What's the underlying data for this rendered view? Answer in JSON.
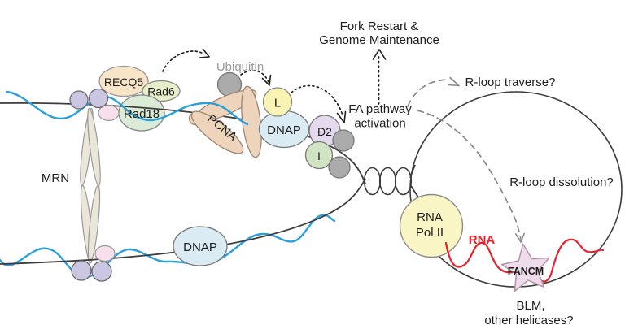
{
  "diagram": {
    "labels": {
      "fork_restart_line1": "Fork Restart &",
      "fork_restart_line2": "Genome Maintenance",
      "fa_pathway_line1": "FA pathway",
      "fa_pathway_line2": "activation",
      "ubiquitin": "Ubiquitin",
      "recq5": "RECQ5",
      "rad6": "Rad6",
      "rad18": "Rad18",
      "mrn": "MRN",
      "pcna": "PCNA",
      "l": "L",
      "dnap_top": "DNAP",
      "dnap_bottom": "DNAP",
      "d2": "D2",
      "i": "I",
      "rloop_traverse": "R-loop traverse?",
      "rloop_dissolution": "R-loop dissolution?",
      "rna_pol_line1": "RNA",
      "rna_pol_line2": "Pol II",
      "rna": "RNA",
      "fancm": "FANCM",
      "blm_line1": "BLM,",
      "blm_line2": "other helicases?"
    },
    "colors": {
      "dna_strand": "#3c3c3c",
      "nascent_strand_blue": "#2b9fdc",
      "rna_red": "#e8212d",
      "dashed_arrow_gray": "#8a8a8a",
      "ubiquitin_gray": "#ababab",
      "ubiquitin_text_gray": "#9b9b9b",
      "recq5_fill": "#f8e5c8",
      "rad6_fill": "#e7eecb",
      "rad18_fill": "#dbebd5",
      "mrn_arm_fill": "#eae6d8",
      "mrn_head_fill": "#cbc6e2",
      "pink_fill": "#f7e0eb",
      "pcna_fill": "#eed4ba",
      "dnap_fill": "#daebf4",
      "l_fill": "#f9f4b4",
      "d2_fill": "#e5d9ee",
      "i_fill": "#d0e4c3",
      "rna_pol_fill": "#faf5c4",
      "fancm_fill": "#efdcea"
    }
  }
}
